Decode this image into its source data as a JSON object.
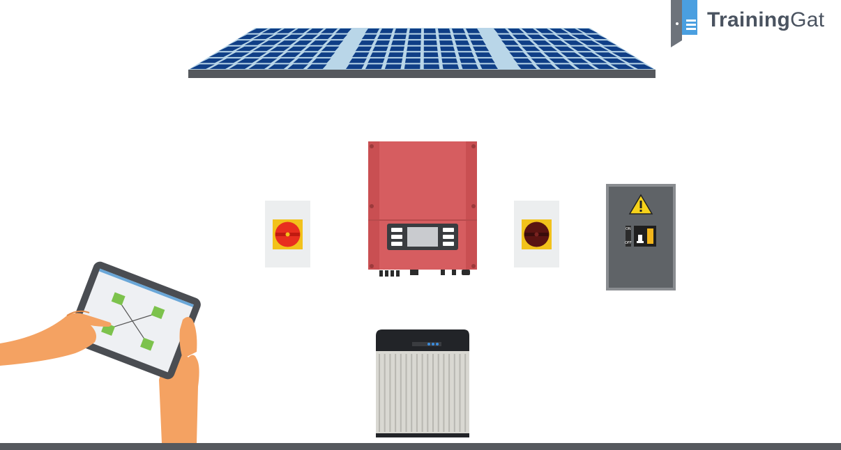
{
  "logo": {
    "brand_part1": "Training",
    "brand_part2": "Gat"
  },
  "distribution_board": {
    "switch_on_label": "ON",
    "switch_off_label": "OFF"
  },
  "colors": {
    "inverter": "#d65d60",
    "isolator_active": "#e82e1f",
    "isolator_inactive": "#5a1412",
    "isolator_base": "#f2c21b",
    "solar_panel": "#0f3e86",
    "board": "#5f6367",
    "hand": "#f4a262",
    "tablet_node": "#7cc24c",
    "ground": "#56595e"
  },
  "icons": [
    "solar-panel-icon",
    "inverter-icon",
    "ac-isolator-icon",
    "dc-isolator-icon",
    "distribution-board-icon",
    "warning-icon",
    "battery-icon",
    "tablet-icon",
    "hand-icon",
    "logo-door-icon"
  ]
}
